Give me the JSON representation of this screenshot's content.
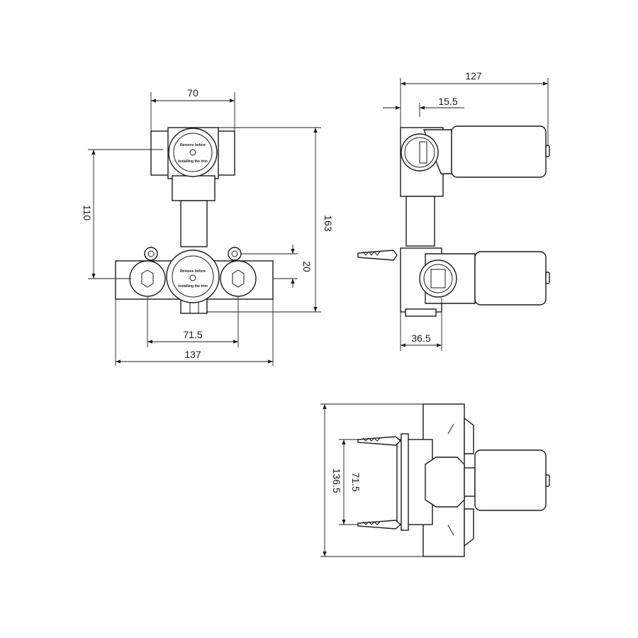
{
  "front_view": {
    "cap_text_top": "Remove before",
    "cap_text_bottom": "installing the trim",
    "dimensions": {
      "top_width": "70",
      "vertical_spacing": "110",
      "total_height": "163",
      "offset": "20",
      "inlet_spacing": "71.5",
      "total_width": "137"
    }
  },
  "side_view": {
    "dimensions": {
      "total_depth": "127",
      "offset": "15.5",
      "body_depth": "36.5"
    }
  },
  "bottom_view": {
    "dimensions": {
      "anchor_spacing": "71.5",
      "plate_height": "136.5"
    }
  },
  "colors": {
    "line": "#1a1a1a",
    "background": "#ffffff"
  }
}
